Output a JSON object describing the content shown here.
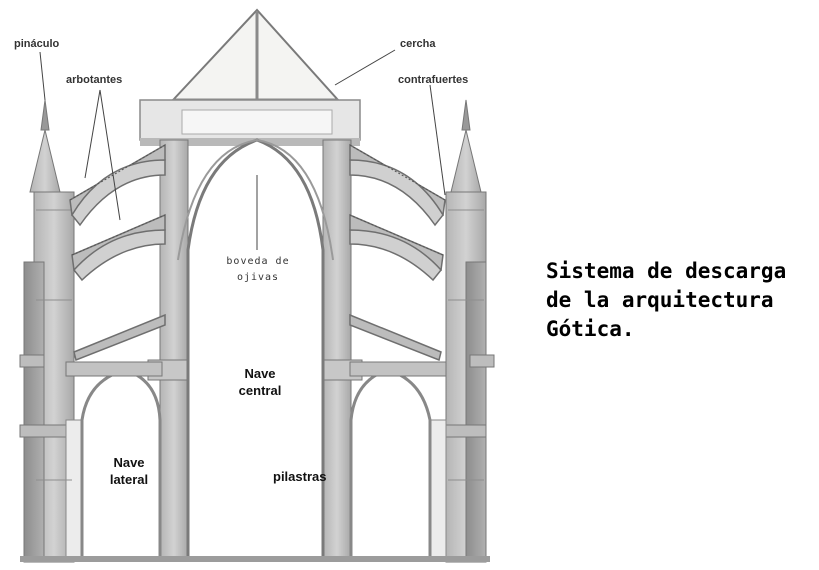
{
  "labels": {
    "pinaculo": "pináculo",
    "arbotantes": "arbotantes",
    "cercha": "cercha",
    "contrafuertes": "contrafuertes",
    "boveda_line1": "boveda de",
    "boveda_line2": "ojivas",
    "nave_central_line1": "Nave",
    "nave_central_line2": "central",
    "nave_lateral_line1": "Nave",
    "nave_lateral_line2": "lateral",
    "pilastras": "pilastras"
  },
  "caption": {
    "line1": "Sistema de descarga",
    "line2": "de la arquitectura",
    "line3": "Gótica."
  }
}
